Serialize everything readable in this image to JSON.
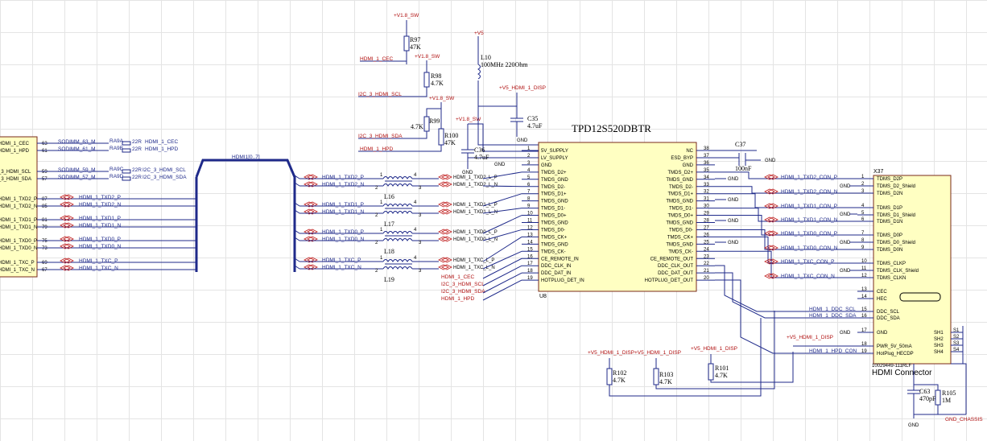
{
  "chip": {
    "title": "TPD12S520DBTR",
    "designator": "U8",
    "left_pins": [
      "5V_SUPPLY",
      "LV_SUPPLY",
      "GND",
      "TMDS_D2+",
      "TMDS_GND",
      "TMDS_D2-",
      "TMDS_D1+",
      "TMDS_GND",
      "TMDS_D1-",
      "TMDS_D0+",
      "TMDS_GND",
      "TMDS_D0-",
      "TMDS_CK+",
      "TMDS_GND",
      "TMDS_CK-",
      "CE_REMOTE_IN",
      "DDC_CLK_IN",
      "DDC_DAT_IN",
      "HOTPLUG_DET_IN"
    ],
    "left_nums": [
      "1",
      "2",
      "3",
      "4",
      "5",
      "6",
      "7",
      "8",
      "9",
      "10",
      "11",
      "12",
      "13",
      "14",
      "15",
      "16",
      "17",
      "18",
      "19"
    ],
    "right_pins": [
      "NC",
      "ESD_BYP",
      "GND",
      "TMDS_D2+",
      "TMDS_GND",
      "TMDS_D2-",
      "TMDS_D1+",
      "TMDS_GND",
      "TMDS_D1-",
      "TMDS_D0+",
      "TMDS_GND",
      "TMDS_D0-",
      "TMDS_CK+",
      "TMDS_GND",
      "TMDS_CK-",
      "CE_REMOTE_OUT",
      "DDC_CLK_OUT",
      "DDC_DAT_OUT",
      "HOTPLUG_DET_OUT"
    ],
    "right_nums": [
      "38",
      "37",
      "36",
      "35",
      "34",
      "33",
      "32",
      "31",
      "30",
      "29",
      "28",
      "27",
      "26",
      "25",
      "24",
      "23",
      "22",
      "21",
      "20"
    ]
  },
  "connector": {
    "designator": "X37",
    "part": "10029449-111RLF",
    "title": "HDMI Connector",
    "pins": [
      "TDMS_D2P",
      "TDMS_D2_Shield",
      "TDMS_D2N",
      "TDMS_D1P",
      "TDMS_D1_Shield",
      "TDMS_D1N",
      "TDMS_D0P",
      "TDMS_D0_Shield",
      "TDMS_D0N",
      "TDMS_CLKP",
      "TDMS_CLK_Shield",
      "TDMS_CLKN",
      "CEC",
      "HEC",
      "DDC_SCL",
      "DDC_SDA",
      "GND",
      "PWR_5V_50mA",
      "HotPlug_HECDP"
    ],
    "nums": [
      "1",
      "2",
      "3",
      "4",
      "5",
      "6",
      "7",
      "8",
      "9",
      "10",
      "11",
      "12",
      "13",
      "14",
      "15",
      "16",
      "17",
      "18",
      "19"
    ],
    "shield_pins": [
      "SH1",
      "SH2",
      "SH3",
      "SH4"
    ],
    "shield_nums": [
      "S1",
      "S2",
      "S3",
      "S4"
    ]
  },
  "left_nets": [
    "HDMI_1_CEC",
    "HDMI_1_HPD",
    "_3_HDMI_SCL",
    "_3_HDMI_SDA",
    "HDMI_1_TXD2_P",
    "HDMI_1_TXD2_N",
    "HDMI_1_TXD1_P",
    "HDMI_1_TXD1_N",
    "HDMI_1_TXD0_P",
    "HDMI_1_TXD0_N",
    "HDMI_1_TXC_P",
    "HDMI_1_TXC_N"
  ],
  "left_pin_nums": [
    "63",
    "61",
    "59",
    "57",
    "87",
    "85",
    "81",
    "79",
    "75",
    "73",
    "69",
    "67"
  ],
  "sodimm": [
    "SODIMM_63_M",
    "SODIMM_61_M",
    "SODIMM_59_M",
    "SODIMM_57_M"
  ],
  "ra": [
    "RA9A",
    "RA9B",
    "RA9C",
    "RA9D"
  ],
  "ra_val": "22R",
  "ra_nets": [
    "HDMI_1_CEC",
    "HDMI_1_HPD",
    "I2C_3_HDMI_SCL",
    "I2C_3_HDMI_SDA"
  ],
  "diff_nets": [
    "HDMI_1_TXD2_P",
    "HDMI_1_TXD2_N",
    "HDMI_1_TXD1_P",
    "HDMI_1_TXD1_N",
    "HDMI_1_TXD0_P",
    "HDMI_1_TXD0_N",
    "HDMI_1_TXC_P",
    "HDMI_1_TXC_N"
  ],
  "bus_label": "HDMI1[0..7]",
  "chokes": [
    "L16",
    "L17",
    "L18",
    "L19"
  ],
  "choke_pins": [
    "4",
    "3",
    "1",
    "2"
  ],
  "after_choke": [
    "HDMI_1_TXD2_L_P",
    "HDMI_1_TXD2_L_N",
    "HDMI_1_TXD1_L_P",
    "HDMI_1_TXD1_L_N",
    "HDMI_1_TXD0_L_P",
    "HDMI_1_TXD0_L_N",
    "HDMI_1_TXC_L_P",
    "HDMI_1_TXC_L_N"
  ],
  "mid_nets": [
    "HDMI_1_CEC",
    "I2C_3_HDMI_SCL",
    "I2C_3_HDMI_SDA",
    "HDMI_1_HPD"
  ],
  "right_nets": [
    "HDMI_1_TXD2_CON_P",
    "HDMI_1_TXD2_CON_N",
    "HDMI_1_TXD1_CON_P",
    "HDMI_1_TXD1_CON_N",
    "HDMI_1_TXD0_CON_P",
    "HDMI_1_TXD0_CON_N",
    "HDMI_1_TXC_CON_P",
    "HDMI_1_TXC_CON_N"
  ],
  "bottom_nets": [
    "HDMI_1_DDC_SCL",
    "HDMI_1_DDC_SDA",
    "HDMI_1_HPD_CON"
  ],
  "top": {
    "v18": "+V1.8_SW",
    "v5": "+V5",
    "v5disp": "+V5_HDMI_1_DISP",
    "cec": "HDMI_1_CEC",
    "scl": "I2C_3_HDMI_SCL",
    "sda": "I2C_3_HDMI_SDA",
    "hpd": "HDMI_1_HPD",
    "r97": "R97",
    "r98": "R98",
    "r99": "R99",
    "r100": "R100",
    "k47": "47K",
    "k4_7": "4.7K",
    "l10": "L10",
    "l10val": "100MHz 220Ohm",
    "c35": "C35",
    "c36": "C36",
    "cval": "4.7uF",
    "c37": "C37",
    "c37val": "100nF"
  },
  "bottom": {
    "r101": "R101",
    "r102": "R102",
    "r103": "R103",
    "r105": "R105",
    "k4_7": "4.7K",
    "m1": "1M",
    "c63": "C63",
    "c63val": "470pF"
  },
  "gnd": "GND",
  "gnd_chassis": "GND_CHASSIS"
}
